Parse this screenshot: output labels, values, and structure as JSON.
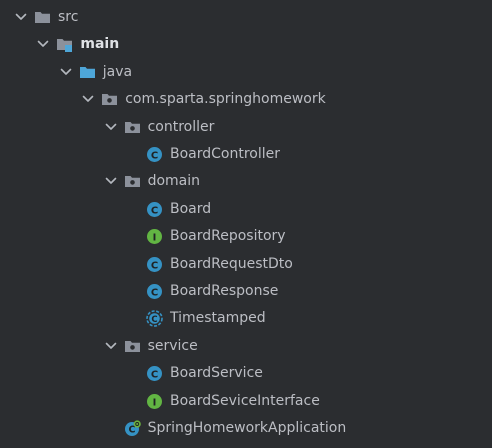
{
  "tree": [
    {
      "id": "src",
      "label": "src",
      "icon": "folder-icon",
      "depth": 0,
      "expanded": true
    },
    {
      "id": "main",
      "label": "main",
      "icon": "source-root-folder-icon",
      "depth": 1,
      "expanded": true,
      "bold": true
    },
    {
      "id": "java",
      "label": "java",
      "icon": "source-folder-icon",
      "depth": 2,
      "expanded": true
    },
    {
      "id": "pkg-root",
      "label": "com.sparta.springhomework",
      "icon": "package-icon",
      "depth": 3,
      "expanded": true
    },
    {
      "id": "pkg-controller",
      "label": "controller",
      "icon": "package-icon",
      "depth": 4,
      "expanded": true
    },
    {
      "id": "BoardController",
      "label": "BoardController",
      "icon": "class-icon",
      "depth": 5
    },
    {
      "id": "pkg-domain",
      "label": "domain",
      "icon": "package-icon",
      "depth": 4,
      "expanded": true
    },
    {
      "id": "Board",
      "label": "Board",
      "icon": "class-icon",
      "depth": 5
    },
    {
      "id": "BoardRepository",
      "label": "BoardRepository",
      "icon": "interface-icon",
      "depth": 5
    },
    {
      "id": "BoardRequestDto",
      "label": "BoardRequestDto",
      "icon": "class-icon",
      "depth": 5
    },
    {
      "id": "BoardResponse",
      "label": "BoardResponse",
      "icon": "class-icon",
      "depth": 5
    },
    {
      "id": "Timestamped",
      "label": "Timestamped",
      "icon": "abstract-class-icon",
      "depth": 5
    },
    {
      "id": "pkg-service",
      "label": "service",
      "icon": "package-icon",
      "depth": 4,
      "expanded": true
    },
    {
      "id": "BoardService",
      "label": "BoardService",
      "icon": "class-icon",
      "depth": 5
    },
    {
      "id": "BoardSeviceInterface",
      "label": "BoardSeviceInterface",
      "icon": "interface-icon",
      "depth": 5
    },
    {
      "id": "SpringHomeworkApplication",
      "label": "SpringHomeworkApplication",
      "icon": "spring-boot-class-icon",
      "depth": 4
    }
  ],
  "colors": {
    "background": "#2b2d30",
    "text": "#bcbec4",
    "folder": "#8c919b",
    "source_folder": "#4ea6d8",
    "class": "#3592c4",
    "interface": "#62b543",
    "spring": "#6db33f"
  }
}
